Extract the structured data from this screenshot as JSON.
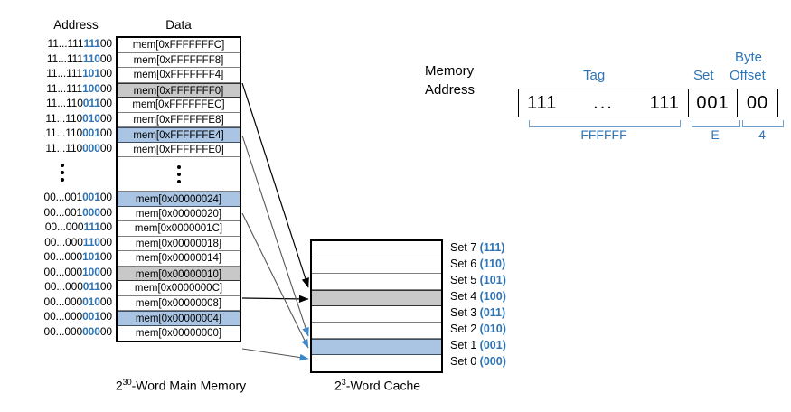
{
  "memory": {
    "address_header": "Address",
    "data_header": "Data",
    "caption_base": "2",
    "caption_exp": "30",
    "caption_rest": "-Word Main Memory",
    "rows": [
      {
        "addr_prefix": "11...111",
        "addr_set": "111",
        "addr_suffix": "00",
        "data": "mem[0xFFFFFFFC]",
        "highlight": "none"
      },
      {
        "addr_prefix": "11...111",
        "addr_set": "110",
        "addr_suffix": "00",
        "data": "mem[0xFFFFFFF8]",
        "highlight": "none"
      },
      {
        "addr_prefix": "11...111",
        "addr_set": "101",
        "addr_suffix": "00",
        "data": "mem[0xFFFFFFF4]",
        "highlight": "none"
      },
      {
        "addr_prefix": "11...111",
        "addr_set": "100",
        "addr_suffix": "00",
        "data": "mem[0xFFFFFFF0]",
        "highlight": "grey"
      },
      {
        "addr_prefix": "11...110",
        "addr_set": "011",
        "addr_suffix": "00",
        "data": "mem[0xFFFFFFEC]",
        "highlight": "none"
      },
      {
        "addr_prefix": "11...110",
        "addr_set": "010",
        "addr_suffix": "00",
        "data": "mem[0xFFFFFFE8]",
        "highlight": "none"
      },
      {
        "addr_prefix": "11...110",
        "addr_set": "001",
        "addr_suffix": "00",
        "data": "mem[0xFFFFFFE4]",
        "highlight": "blue"
      },
      {
        "addr_prefix": "11...110",
        "addr_set": "000",
        "addr_suffix": "00",
        "data": "mem[0xFFFFFFE0]",
        "highlight": "none"
      },
      {
        "addr_prefix": "",
        "addr_set": "",
        "addr_suffix": "",
        "data": "",
        "highlight": "gap"
      },
      {
        "addr_prefix": "00...001",
        "addr_set": "001",
        "addr_suffix": "00",
        "data": "mem[0x00000024]",
        "highlight": "blue"
      },
      {
        "addr_prefix": "00...001",
        "addr_set": "000",
        "addr_suffix": "00",
        "data": "mem[0x00000020]",
        "highlight": "none"
      },
      {
        "addr_prefix": "00...000",
        "addr_set": "111",
        "addr_suffix": "00",
        "data": "mem[0x0000001C]",
        "highlight": "none"
      },
      {
        "addr_prefix": "00...000",
        "addr_set": "110",
        "addr_suffix": "00",
        "data": "mem[0x00000018]",
        "highlight": "none"
      },
      {
        "addr_prefix": "00...000",
        "addr_set": "101",
        "addr_suffix": "00",
        "data": "mem[0x00000014]",
        "highlight": "none"
      },
      {
        "addr_prefix": "00...000",
        "addr_set": "100",
        "addr_suffix": "00",
        "data": "mem[0x00000010]",
        "highlight": "grey"
      },
      {
        "addr_prefix": "00...000",
        "addr_set": "011",
        "addr_suffix": "00",
        "data": "mem[0x0000000C]",
        "highlight": "none"
      },
      {
        "addr_prefix": "00...000",
        "addr_set": "010",
        "addr_suffix": "00",
        "data": "mem[0x00000008]",
        "highlight": "none"
      },
      {
        "addr_prefix": "00...000",
        "addr_set": "001",
        "addr_suffix": "00",
        "data": "mem[0x00000004]",
        "highlight": "blue"
      },
      {
        "addr_prefix": "00...000",
        "addr_set": "000",
        "addr_suffix": "00",
        "data": "mem[0x00000000]",
        "highlight": "none"
      }
    ]
  },
  "cache": {
    "caption_base": "2",
    "caption_exp": "3",
    "caption_rest": "-Word Cache",
    "rows": [
      {
        "label": "Set 7",
        "binary": "(111)",
        "highlight": "none"
      },
      {
        "label": "Set 6",
        "binary": "(110)",
        "highlight": "none"
      },
      {
        "label": "Set 5",
        "binary": "(101)",
        "highlight": "none"
      },
      {
        "label": "Set 4",
        "binary": "(100)",
        "highlight": "grey"
      },
      {
        "label": "Set 3",
        "binary": "(011)",
        "highlight": "none"
      },
      {
        "label": "Set 2",
        "binary": "(010)",
        "highlight": "none"
      },
      {
        "label": "Set 1",
        "binary": "(001)",
        "highlight": "blue"
      },
      {
        "label": "Set 0",
        "binary": "(000)",
        "highlight": "none"
      }
    ]
  },
  "address_breakdown": {
    "label_line1": "Memory",
    "label_line2": "Address",
    "field_tag": "Tag",
    "field_set": "Set",
    "field_byte": "Byte",
    "field_offset": "Offset",
    "tag_left": "111",
    "tag_dots": "...",
    "tag_right": "111",
    "set_value": "001",
    "offset_value": "00",
    "hex_tag": "FFFFFF",
    "hex_set": "E",
    "hex_offset": "4"
  },
  "colors": {
    "blue_highlight": "#a9c5e3",
    "grey_highlight": "#c8c8c8",
    "accent_blue": "#2f74b5",
    "arrow_blue": "#3b87c9"
  }
}
